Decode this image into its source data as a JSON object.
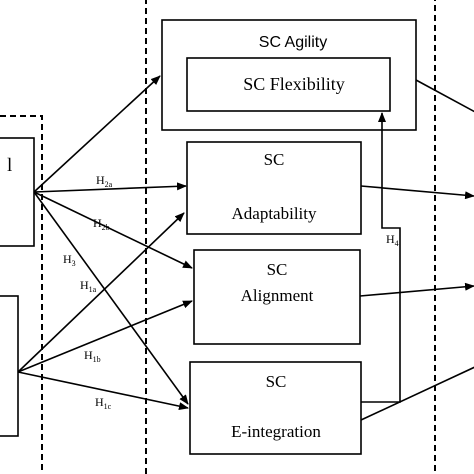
{
  "diagram": {
    "sc_agility": {
      "title": "SC Agility"
    },
    "sc_flexibility": {
      "label": "SC Flexibility"
    },
    "adaptability": {
      "line1": "SC",
      "line2": "Adaptability"
    },
    "alignment": {
      "line1": "SC",
      "line2": "Alignment"
    },
    "e_integration": {
      "line1": "SC",
      "line2": "E-integration"
    },
    "left_top_box": {
      "partial_text": "l"
    },
    "hypotheses": {
      "h2a": {
        "base": "H",
        "sub": "2a"
      },
      "h2b": {
        "base": "H",
        "sub": "2b"
      },
      "h3": {
        "base": "H",
        "sub": "3"
      },
      "h1a": {
        "base": "H",
        "sub": "1a"
      },
      "h1b": {
        "base": "H",
        "sub": "1b"
      },
      "h1c": {
        "base": "H",
        "sub": "1c"
      },
      "h4": {
        "base": "H",
        "sub": "4"
      }
    }
  }
}
